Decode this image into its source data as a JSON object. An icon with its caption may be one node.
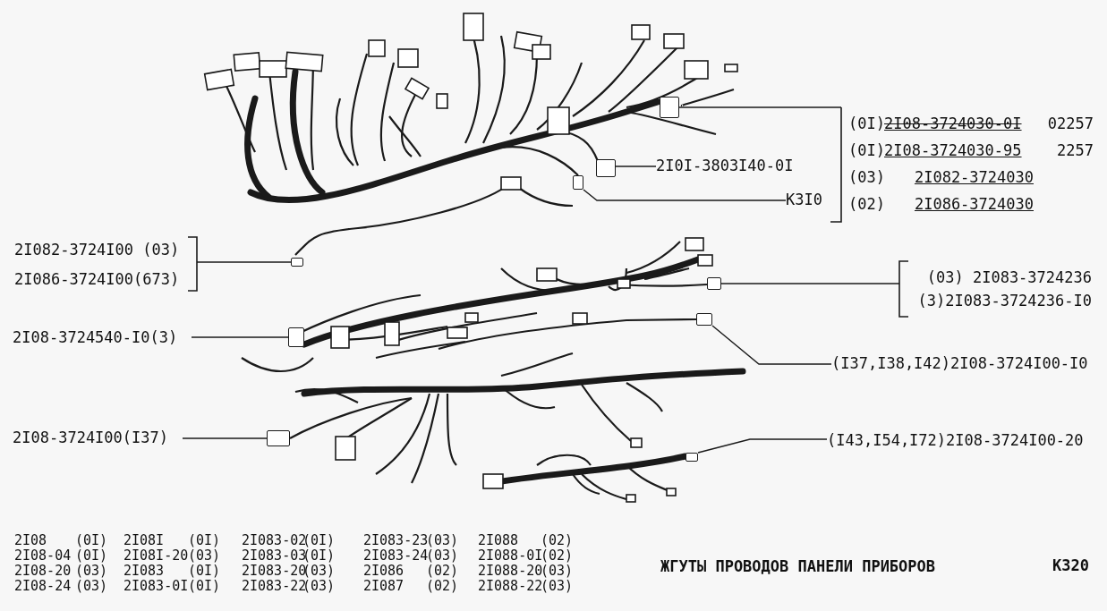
{
  "diagram": {
    "title": "ЖГУТЫ ПРОВОДОВ ПАНЕЛИ ПРИБОРОВ",
    "nodes": [
      {
        "text": [
          "(0I)",
          "2I08-3724030-0I",
          "02257",
          "(0I)",
          "2I08-3724030-95",
          "2257",
          "(03)",
          "2I082-3724030",
          "(02)",
          "2I086-3724030"
        ]
      },
      {
        "text": [
          "2I0I-3803I40-0I"
        ]
      },
      {
        "text": [
          "К3I0"
        ]
      },
      {
        "text": [
          "2I082-3724I00 (03)",
          "2I086-3724I00(673)"
        ]
      },
      {
        "text": [
          "(03) 2I083-3724236",
          "(3)2I083-3724236-I0"
        ]
      },
      {
        "text": [
          "2I08-3724540-I0(3)"
        ]
      },
      {
        "text": [
          "(I37,I38,I42)2I08-3724I00-I0"
        ]
      },
      {
        "text": [
          "2I08-3724I00(I37)"
        ]
      },
      {
        "text": [
          "(I43,I54,I72)2I08-3724I00-20"
        ]
      },
      {
        "text": [],
        "shape": "box"
      },
      {
        "text": [],
        "shape": "box"
      },
      {
        "text": [],
        "shape": "box"
      },
      {
        "text": [],
        "shape": "box"
      },
      {
        "text": [],
        "shape": "box"
      },
      {
        "text": [],
        "shape": "box"
      },
      {
        "text": [],
        "shape": "box"
      },
      {
        "text": [],
        "shape": "box"
      },
      {
        "text": [],
        "shape": "box"
      }
    ],
    "edges": [
      {
        "from": 0,
        "to": 9,
        "arrow": "none"
      },
      {
        "from": 1,
        "to": 10,
        "arrow": "none"
      },
      {
        "from": 2,
        "to": 11,
        "arrow": "none"
      },
      {
        "from": 3,
        "to": 12,
        "arrow": "none"
      },
      {
        "from": 4,
        "to": 13,
        "arrow": "none"
      },
      {
        "from": 5,
        "to": 14,
        "arrow": "none"
      },
      {
        "from": 6,
        "to": 15,
        "arrow": "none"
      },
      {
        "from": 7,
        "to": 16,
        "arrow": "none"
      },
      {
        "from": 8,
        "to": 17,
        "arrow": "none"
      }
    ],
    "labels": [
      "2I08",
      "(0I)",
      "2I08I",
      "(0I)",
      "2I083-02",
      "(0I)",
      "2I083-23",
      "(03)",
      "2I088",
      "(02)",
      "2I08-04",
      "(0I)",
      "2I08I-20",
      "(03)",
      "2I083-03",
      "(0I)",
      "2I083-24",
      "(03)",
      "2I088-0I",
      "(02)",
      "2I08-20",
      "(03)",
      "2I083",
      "(0I)",
      "2I083-20",
      "(03)",
      "2I086",
      "(02)",
      "2I088-20",
      "(03)",
      "2I08-24",
      "(03)",
      "2I083-0I",
      "(0I)",
      "2I083-22",
      "(03)",
      "2I087",
      "(02)",
      "2I088-22",
      "(03)",
      "К320"
    ]
  }
}
